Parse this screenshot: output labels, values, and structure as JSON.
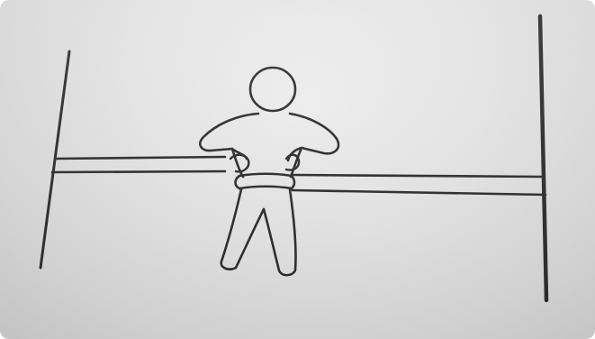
{
  "colors": {
    "background": "#e3e3e3",
    "ink": "#2a2a2a"
  },
  "figure": {
    "subject": "person-holding-bar",
    "elements": [
      "left-post",
      "right-post",
      "horizontal-bar",
      "person-head",
      "person-arms",
      "person-belt",
      "person-legs"
    ]
  }
}
